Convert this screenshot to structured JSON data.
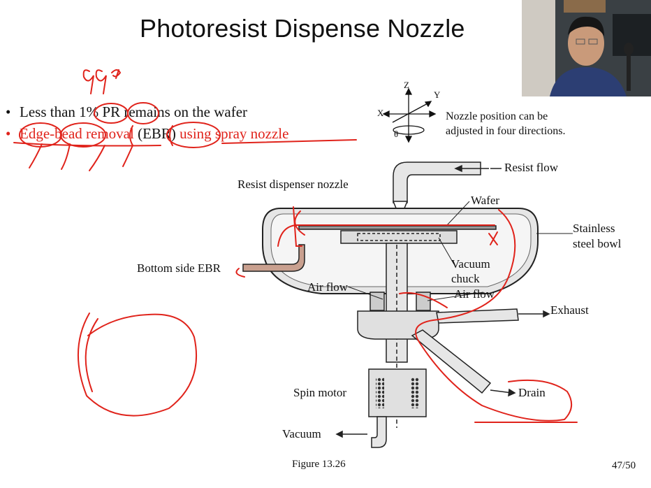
{
  "slide": {
    "title": "Photoresist Dispense Nozzle",
    "bullets": [
      {
        "text": "Less than 1% PR remains on the wafer"
      },
      {
        "text_red": "Edge-bead removal ",
        "text_black": "(EBR)",
        "text_red2": " using spray nozzle"
      }
    ],
    "axes": {
      "z": "Z",
      "y": "Y",
      "x": "X",
      "theta": "θ"
    },
    "nozzle_note": [
      "Nozzle position can be",
      "adjusted in four directions."
    ],
    "handwriting": "99%",
    "labels": {
      "resist_flow": "Resist flow",
      "resist_dispenser_nozzle": "Resist dispenser nozzle",
      "wafer": "Wafer",
      "stainless_steel_bowl": [
        "Stainless",
        "steel bowl"
      ],
      "bottom_side_ebr": "Bottom side EBR",
      "vacuum_chuck": [
        "Vacuum",
        "chuck"
      ],
      "air_flow_left": "Air flow",
      "air_flow_right": "Air flow",
      "exhaust": "Exhaust",
      "spin_motor": "Spin motor",
      "drain": "Drain",
      "vacuum": "Vacuum"
    },
    "figure_caption": "Figure 13.26",
    "page_number": "47/50",
    "colors": {
      "annotation_red": "#e0231b",
      "bowl_fill": "#e6e6e6",
      "text": "#111111"
    }
  }
}
